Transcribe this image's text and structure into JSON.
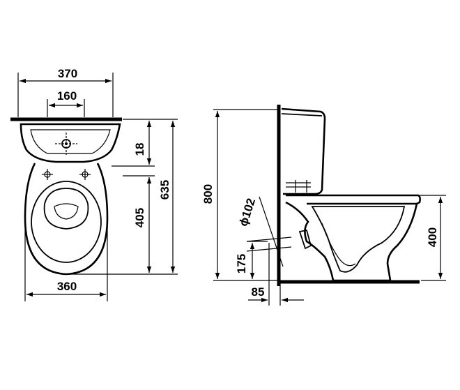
{
  "front_view": {
    "width_top": "370",
    "mount_spacing": "160",
    "tank_offset": "18",
    "seat_depth": "405",
    "total_depth": "635",
    "bowl_width": "360"
  },
  "side_view": {
    "total_height": "800",
    "seat_height": "400",
    "outlet_diameter": "ϕ102",
    "outlet_height": "175",
    "outlet_offset": "85"
  }
}
